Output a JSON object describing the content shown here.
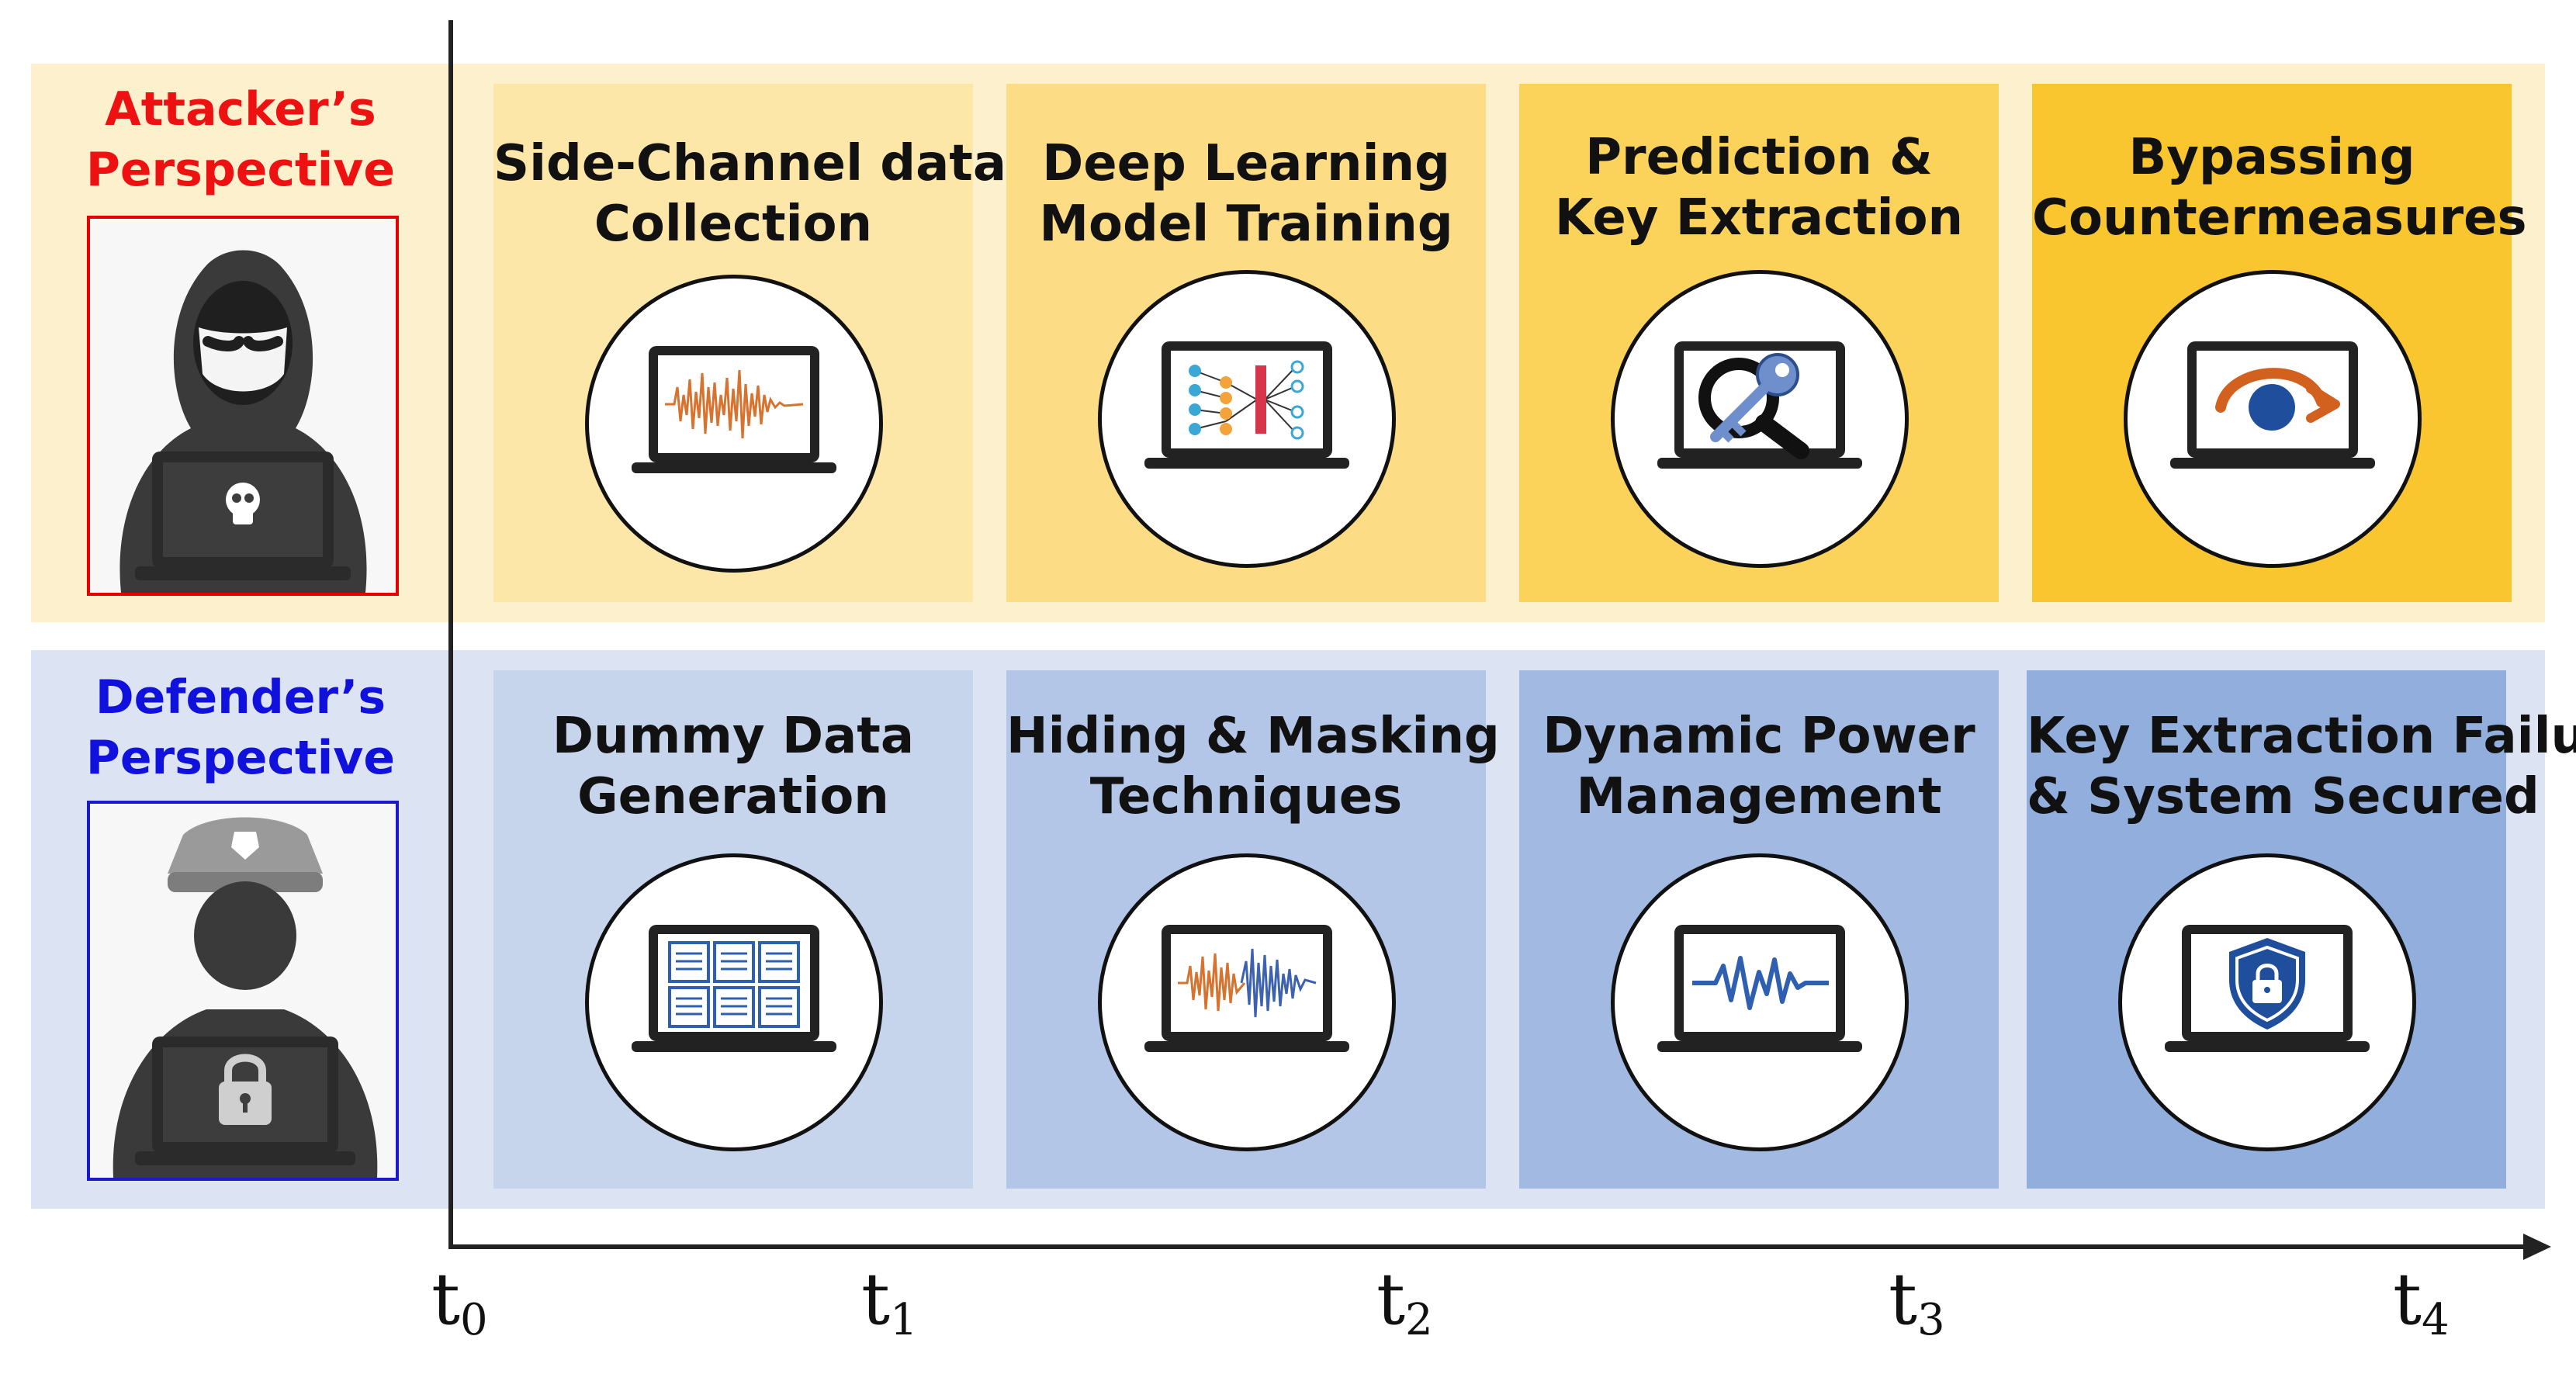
{
  "attacker": {
    "title_line1": "Attacker’s",
    "title_line2": "Perspective",
    "steps": [
      {
        "line1": "Side-Channel data",
        "line2": "Collection",
        "icon": "waveform-laptop-icon",
        "color": "#fde7a8"
      },
      {
        "line1": "Deep Learning",
        "line2": "Model Training",
        "icon": "neural-network-laptop-icon",
        "color": "#fcdc85"
      },
      {
        "line1": "Prediction &",
        "line2": "Key Extraction",
        "icon": "key-magnifier-laptop-icon",
        "color": "#fbd35a"
      },
      {
        "line1": "Bypassing",
        "line2": "Countermeasures",
        "icon": "bypass-arrow-laptop-icon",
        "color": "#fac62f"
      }
    ]
  },
  "defender": {
    "title_line1": "Defender’s",
    "title_line2": "Perspective",
    "steps": [
      {
        "line1": "Dummy Data",
        "line2": "Generation",
        "icon": "documents-laptop-icon",
        "color": "#c6d4ec"
      },
      {
        "line1": "Hiding & Masking",
        "line2": "Techniques",
        "icon": "masked-waveform-laptop-icon",
        "color": "#b3c6e7"
      },
      {
        "line1": "Dynamic Power",
        "line2": "Management",
        "icon": "power-wave-laptop-icon",
        "color": "#a2b9e1"
      },
      {
        "line1": "Key Extraction Failure",
        "line2": "& System Secured",
        "icon": "shield-lock-laptop-icon",
        "color": "#91aedd"
      }
    ]
  },
  "timeline": {
    "ticks": [
      {
        "base": "t",
        "sub": "0"
      },
      {
        "base": "t",
        "sub": "1"
      },
      {
        "base": "t",
        "sub": "2"
      },
      {
        "base": "t",
        "sub": "3"
      },
      {
        "base": "t",
        "sub": "4"
      }
    ]
  }
}
